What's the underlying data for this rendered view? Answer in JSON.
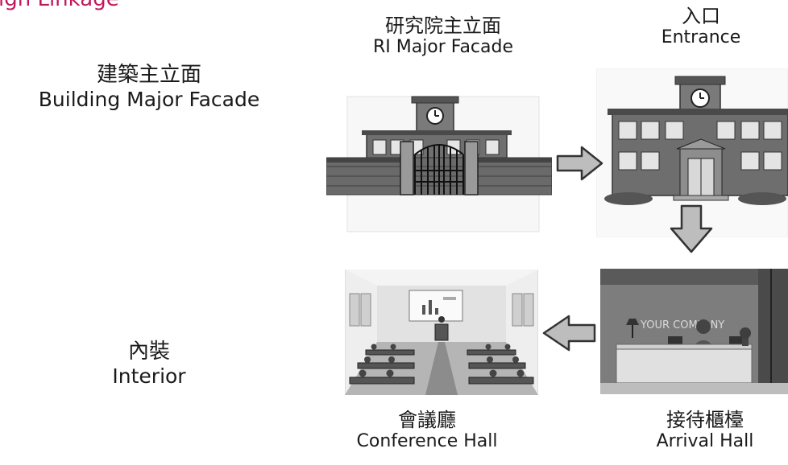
{
  "cutoff_text": "ign Linkage",
  "sections": {
    "building": {
      "zh": "建築主立面",
      "en": "Building Major Facade"
    },
    "interior": {
      "zh": "內裝",
      "en": "Interior"
    }
  },
  "nodes": {
    "ri_facade": {
      "zh": "研究院主立面",
      "en": "RI Major Facade"
    },
    "entrance": {
      "zh": "入口",
      "en": "Entrance"
    },
    "conference": {
      "zh": "會議廳",
      "en": "Conference Hall"
    },
    "arrival": {
      "zh": "接待櫃檯",
      "en": "Arrival Hall"
    }
  },
  "images": {
    "clock_tower": "clock-icon",
    "gate": "gate-icon",
    "door": "door-icon",
    "company_sign": "YOUR COMPANY"
  },
  "colors": {
    "accent": "#c2185b",
    "arrow_fill": "#bdbdbd",
    "arrow_stroke": "#333333"
  }
}
